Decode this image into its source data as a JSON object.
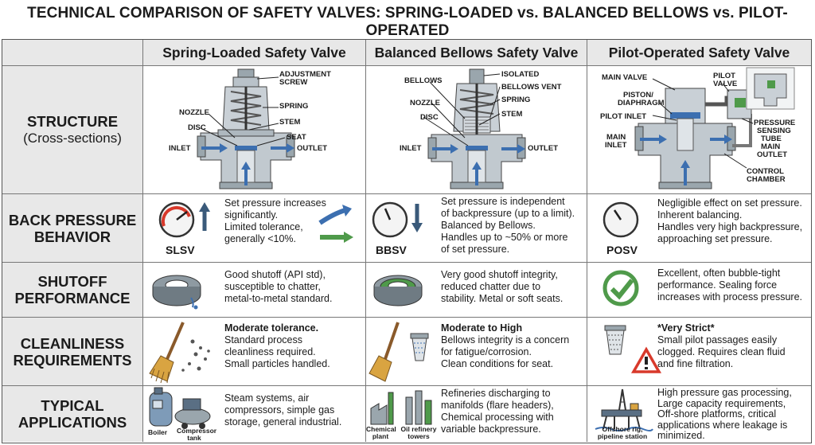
{
  "title": "TECHNICAL COMPARISON OF SAFETY VALVES: SPRING-LOADED vs. BALANCED BELLOWS vs. PILOT-OPERATED",
  "columns": [
    "Spring-Loaded Safety Valve",
    "Balanced Bellows Safety Valve",
    "Pilot-Operated Safety Valve"
  ],
  "rows": {
    "structure": {
      "title": "STRUCTURE",
      "subtitle": "(Cross-sections)"
    },
    "back_pressure": {
      "title1": "BACK PRESSURE",
      "title2": "BEHAVIOR"
    },
    "shutoff": {
      "title1": "SHUTOFF",
      "title2": "PERFORMANCE"
    },
    "cleanliness": {
      "title1": "CLEANLINESS",
      "title2": "REQUIREMENTS"
    },
    "applications": {
      "title1": "TYPICAL",
      "title2": "APPLICATIONS"
    }
  },
  "structure": {
    "slsv": {
      "adjustment": "ADJUSTMENT",
      "screw": "SCREW",
      "nozzle": "NOZZLE",
      "spring": "SPRING",
      "disc": "DISC",
      "stem": "STEM",
      "seat": "SEAT",
      "inlet": "INLET",
      "outlet": "OUTLET"
    },
    "bbsv": {
      "isolated": "ISOLATED",
      "bellows": "BELLOWS",
      "bellows_vent": "BELLOWS VENT",
      "nozzle": "NOZZLE",
      "spring": "SPRING",
      "disc": "DISC",
      "stem": "STEM",
      "inlet": "INLET",
      "outlet": "OUTLET"
    },
    "posv": {
      "main_valve": "MAIN VALVE",
      "pilot": "PILOT",
      "valve": "VALVE",
      "piston": "PISTON/",
      "diaphragm": "DIAPHRAGM",
      "pilot_inlet": "PILOT INLET",
      "pressure": "PRESSURE",
      "sensing": "SENSING",
      "tube": "TUBE",
      "main": "MAIN",
      "outlet": "OUTLET",
      "main2": "MAIN",
      "inlet": "INLET",
      "control": "CONTROL",
      "chamber": "CHAMBER"
    }
  },
  "back_pressure": {
    "slsv": {
      "tag": "SLSV",
      "lines": [
        "Set pressure increases",
        "significantly.",
        "Limited tolerance,",
        "generally <10%."
      ]
    },
    "bbsv": {
      "tag": "BBSV",
      "lines": [
        "Set pressure is independent",
        "of backpressure (up to a limit).",
        "Balanced by Bellows.",
        "Handles up to ~50% or more",
        "of set pressure."
      ]
    },
    "posv": {
      "tag": "POSV",
      "lines": [
        "Negligible effect on set pressure.",
        "Inherent balancing.",
        "Handles very high backpressure,",
        "approaching set pressure."
      ]
    }
  },
  "shutoff": {
    "slsv": [
      "Good shutoff (API std),",
      "susceptible to chatter,",
      "metal-to-metal standard."
    ],
    "bbsv": [
      "Very good shutoff integrity,",
      "reduced chatter due to",
      "stability. Metal or soft seats."
    ],
    "posv": [
      "Excellent, often bubble-tight",
      "performance. Sealing force",
      "increases with process pressure."
    ]
  },
  "cleanliness": {
    "slsv": {
      "head": "Moderate tolerance.",
      "lines": [
        "Standard process",
        "cleanliness required.",
        "Small particles handled."
      ]
    },
    "bbsv": {
      "head": "Moderate to High",
      "lines": [
        "Bellows integrity is a concern",
        "for fatigue/corrosion.",
        "Clean conditions for seat."
      ]
    },
    "posv": {
      "head": "*Very Strict*",
      "lines": [
        "Small pilot passages easily",
        "clogged. Requires clean fluid",
        "and fine filtration."
      ]
    }
  },
  "applications": {
    "slsv": {
      "lines": [
        "Steam systems, air",
        "compressors, simple gas",
        "storage, general industrial."
      ],
      "icon1": "Boiler",
      "icon2a": "Compressor",
      "icon2b": "tank"
    },
    "bbsv": {
      "lines": [
        "Refineries discharging to",
        "manifolds (flare headers),",
        "Chemical processing with",
        "variable backpressure."
      ],
      "icon1a": "Chemical",
      "icon1b": "plant",
      "icon2a": "Oil refinery",
      "icon2b": "towers"
    },
    "posv": {
      "lines": [
        "High pressure gas processing,",
        "Large capacity requirements,",
        "Off-shore platforms, critical",
        "applications where leakage is",
        "minimized."
      ],
      "icon1a": "Offshore rig,",
      "icon1b": "pipeline station"
    }
  },
  "colors": {
    "header_bg": "#e8e8e8",
    "steel": "#b9c2c9",
    "blue": "#3c6fb0",
    "red": "#d8392b",
    "green": "#4f9a4a"
  }
}
